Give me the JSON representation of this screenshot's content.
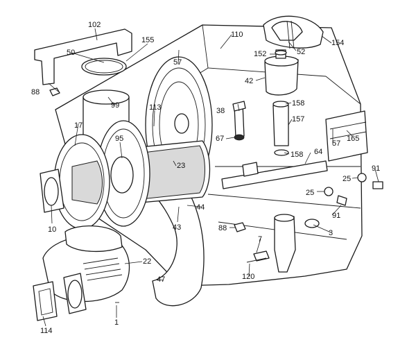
{
  "colors": {
    "ink": "#1a1a1a",
    "paper": "#ffffff",
    "screen": "#d9d9d9"
  },
  "callouts": [
    {
      "id": "c102",
      "text": "102"
    },
    {
      "id": "c50",
      "text": "50"
    },
    {
      "id": "c155",
      "text": "155"
    },
    {
      "id": "c110",
      "text": "110"
    },
    {
      "id": "c52",
      "text": "52"
    },
    {
      "id": "c154",
      "text": "154"
    },
    {
      "id": "c152",
      "text": "152"
    },
    {
      "id": "c57a",
      "text": "57"
    },
    {
      "id": "c88a",
      "text": "88"
    },
    {
      "id": "c99",
      "text": "99"
    },
    {
      "id": "c42",
      "text": "42"
    },
    {
      "id": "c113",
      "text": "113"
    },
    {
      "id": "c158a",
      "text": "158"
    },
    {
      "id": "c38",
      "text": "38"
    },
    {
      "id": "c157",
      "text": "157"
    },
    {
      "id": "c17",
      "text": "17"
    },
    {
      "id": "c67",
      "text": "67"
    },
    {
      "id": "c57b",
      "text": "57"
    },
    {
      "id": "c165",
      "text": "165"
    },
    {
      "id": "c95",
      "text": "95"
    },
    {
      "id": "c158b",
      "text": "158"
    },
    {
      "id": "c64",
      "text": "64"
    },
    {
      "id": "c23",
      "text": "23"
    },
    {
      "id": "c91a",
      "text": "91"
    },
    {
      "id": "c25a",
      "text": "25"
    },
    {
      "id": "c25b",
      "text": "25"
    },
    {
      "id": "c44",
      "text": "44"
    },
    {
      "id": "c10",
      "text": "10"
    },
    {
      "id": "c43",
      "text": "43"
    },
    {
      "id": "c91b",
      "text": "91"
    },
    {
      "id": "c88b",
      "text": "88"
    },
    {
      "id": "c3",
      "text": "3"
    },
    {
      "id": "c7",
      "text": "7"
    },
    {
      "id": "c22",
      "text": "22"
    },
    {
      "id": "c120",
      "text": "120"
    },
    {
      "id": "c47",
      "text": "47"
    },
    {
      "id": "c1",
      "text": "1"
    },
    {
      "id": "c114",
      "text": "114"
    }
  ]
}
